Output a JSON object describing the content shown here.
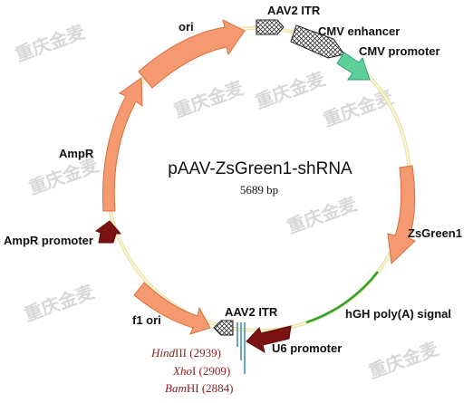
{
  "plasmid": {
    "name": "pAAV-ZsGreen1-shRNA",
    "size": "5689 bp"
  },
  "colors": {
    "backbone": "#e9e3a6",
    "backbone_inner": "#fbf8de",
    "orange": "#f59a70",
    "orange_stroke": "#d86f3e",
    "teal": "#5fcf9a",
    "teal_stroke": "#2f9f6d",
    "darkred": "#7d1212",
    "green_line": "#2ea12e",
    "site_line": "#3b88b0"
  },
  "features": [
    {
      "label": "ori",
      "type": "arrow",
      "style": "orange"
    },
    {
      "label": "AAV2 ITR",
      "type": "hatched",
      "position": "top"
    },
    {
      "label": "CMV enhancer",
      "type": "hatched"
    },
    {
      "label": "CMV promoter",
      "type": "arrow",
      "style": "teal"
    },
    {
      "label": "ZsGreen1",
      "type": "arrow",
      "style": "orange"
    },
    {
      "label": "hGH poly(A) signal",
      "type": "line",
      "style": "green"
    },
    {
      "label": "U6 promoter",
      "type": "arrow",
      "style": "darkred"
    },
    {
      "label": "AAV2 ITR",
      "type": "hatched",
      "position": "bottom"
    },
    {
      "label": "f1 ori",
      "type": "arrow",
      "style": "orange"
    },
    {
      "label": "AmpR promoter",
      "type": "arrow",
      "style": "darkred"
    },
    {
      "label": "AmpR",
      "type": "arrow",
      "style": "orange"
    }
  ],
  "sites": [
    {
      "enzyme_italic": "Hind",
      "enzyme_rest": "III",
      "position": "(2939)"
    },
    {
      "enzyme_italic": "Xho",
      "enzyme_rest": "I",
      "position": "(2909)"
    },
    {
      "enzyme_italic": "Bam",
      "enzyme_rest": "HI",
      "position": "(2884)"
    }
  ],
  "watermarks": [
    "重庆金麦",
    "重庆金麦",
    "重庆金麦",
    "重庆金麦",
    "重庆金麦",
    "重庆金麦",
    "重庆金麦",
    "重庆金麦"
  ]
}
